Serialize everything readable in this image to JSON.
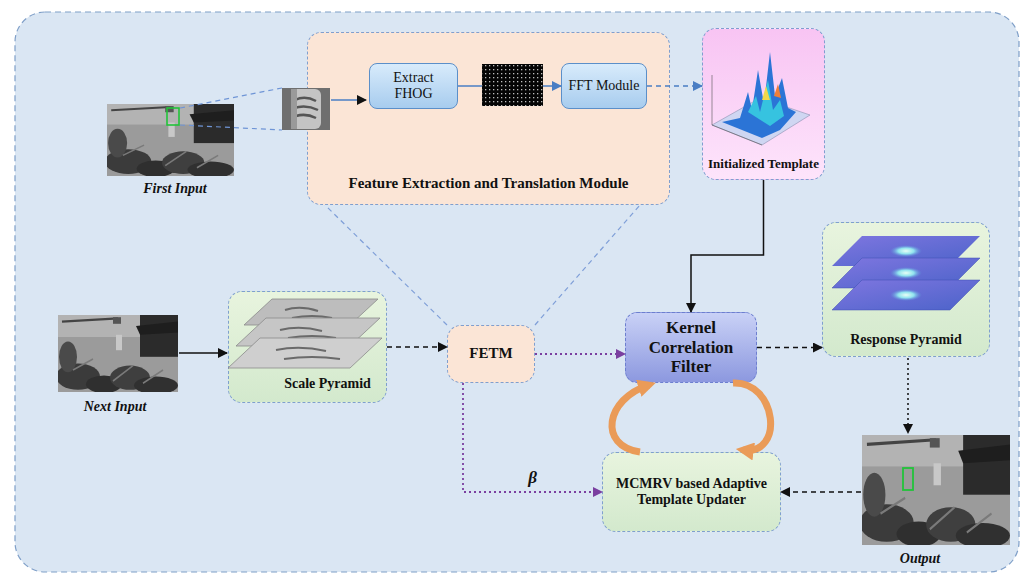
{
  "diagram": {
    "nodes": [
      {
        "text": [
          "Feature Extraction and Translation Module"
        ]
      },
      {
        "text": [
          "Extract FHOG"
        ],
        "in": 0
      },
      {
        "text": [
          "FFT Module"
        ],
        "in": 0
      },
      {
        "text": [
          "Initialized Template"
        ]
      },
      {
        "text": [
          "Kernel Correlation Filter"
        ]
      },
      {
        "text": [
          "Response Pyramid"
        ]
      },
      {
        "text": [
          "Scale Pyramid"
        ]
      },
      {
        "text": [
          "FETM"
        ]
      },
      {
        "text": [
          "MCMRV based Adaptive Template Updater"
        ]
      }
    ],
    "edges": [
      {
        "from": 1,
        "to": 2,
        "arrow": "to"
      },
      {
        "from": 2,
        "to": 3,
        "arrow": "to"
      },
      {
        "from": 3,
        "to": 4,
        "arrow": "to"
      },
      {
        "from": 7,
        "to": 4,
        "arrow": "to"
      },
      {
        "from": 4,
        "to": 5,
        "arrow": "to"
      },
      {
        "from": 6,
        "to": 7,
        "arrow": "to"
      },
      {
        "from": 7,
        "to": 8,
        "label": "β",
        "arrow": "to"
      },
      {
        "from": 8,
        "to": 4,
        "arrow": "to"
      },
      {
        "from": 4,
        "to": 8,
        "arrow": "to"
      },
      {
        "from": 7,
        "to": 0,
        "arrow": "none"
      },
      {
        "from": 7,
        "to": 0,
        "arrow": "none"
      }
    ],
    "labels": [
      "First Input",
      "Next Input",
      "Output"
    ]
  }
}
